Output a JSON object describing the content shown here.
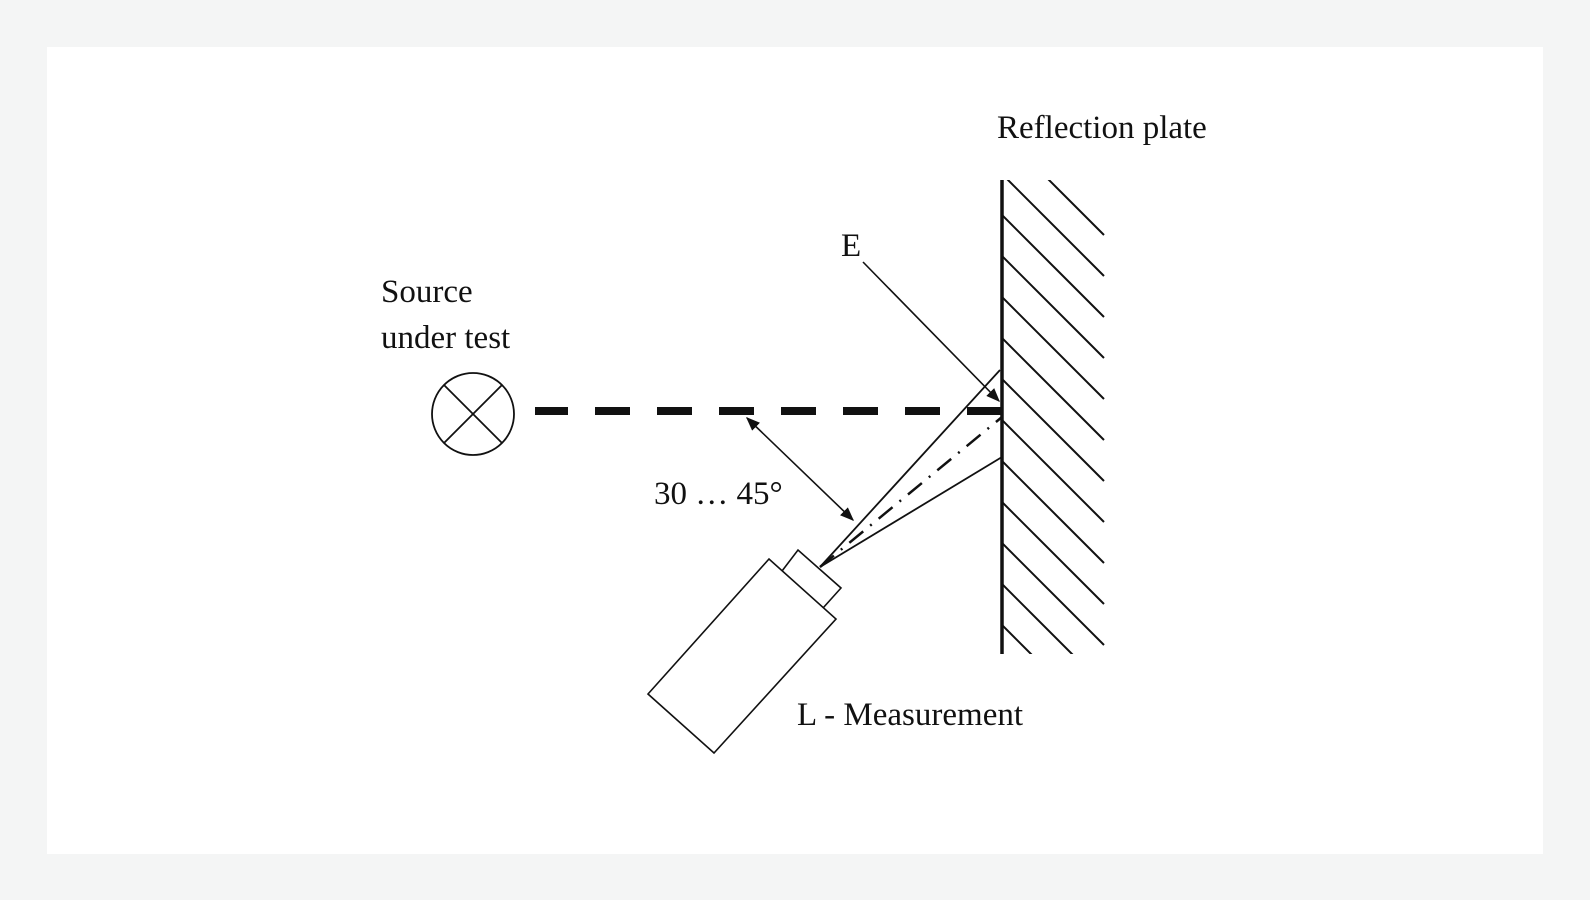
{
  "labels": {
    "reflection_plate": "Reflection plate",
    "illuminance": "E",
    "source_line1": "Source",
    "source_line2": "under test",
    "angle": "30 … 45°",
    "measurement": "L - Measurement"
  },
  "colors": {
    "background": "#f4f5f5",
    "card": "#ffffff",
    "ink": "#111111"
  }
}
